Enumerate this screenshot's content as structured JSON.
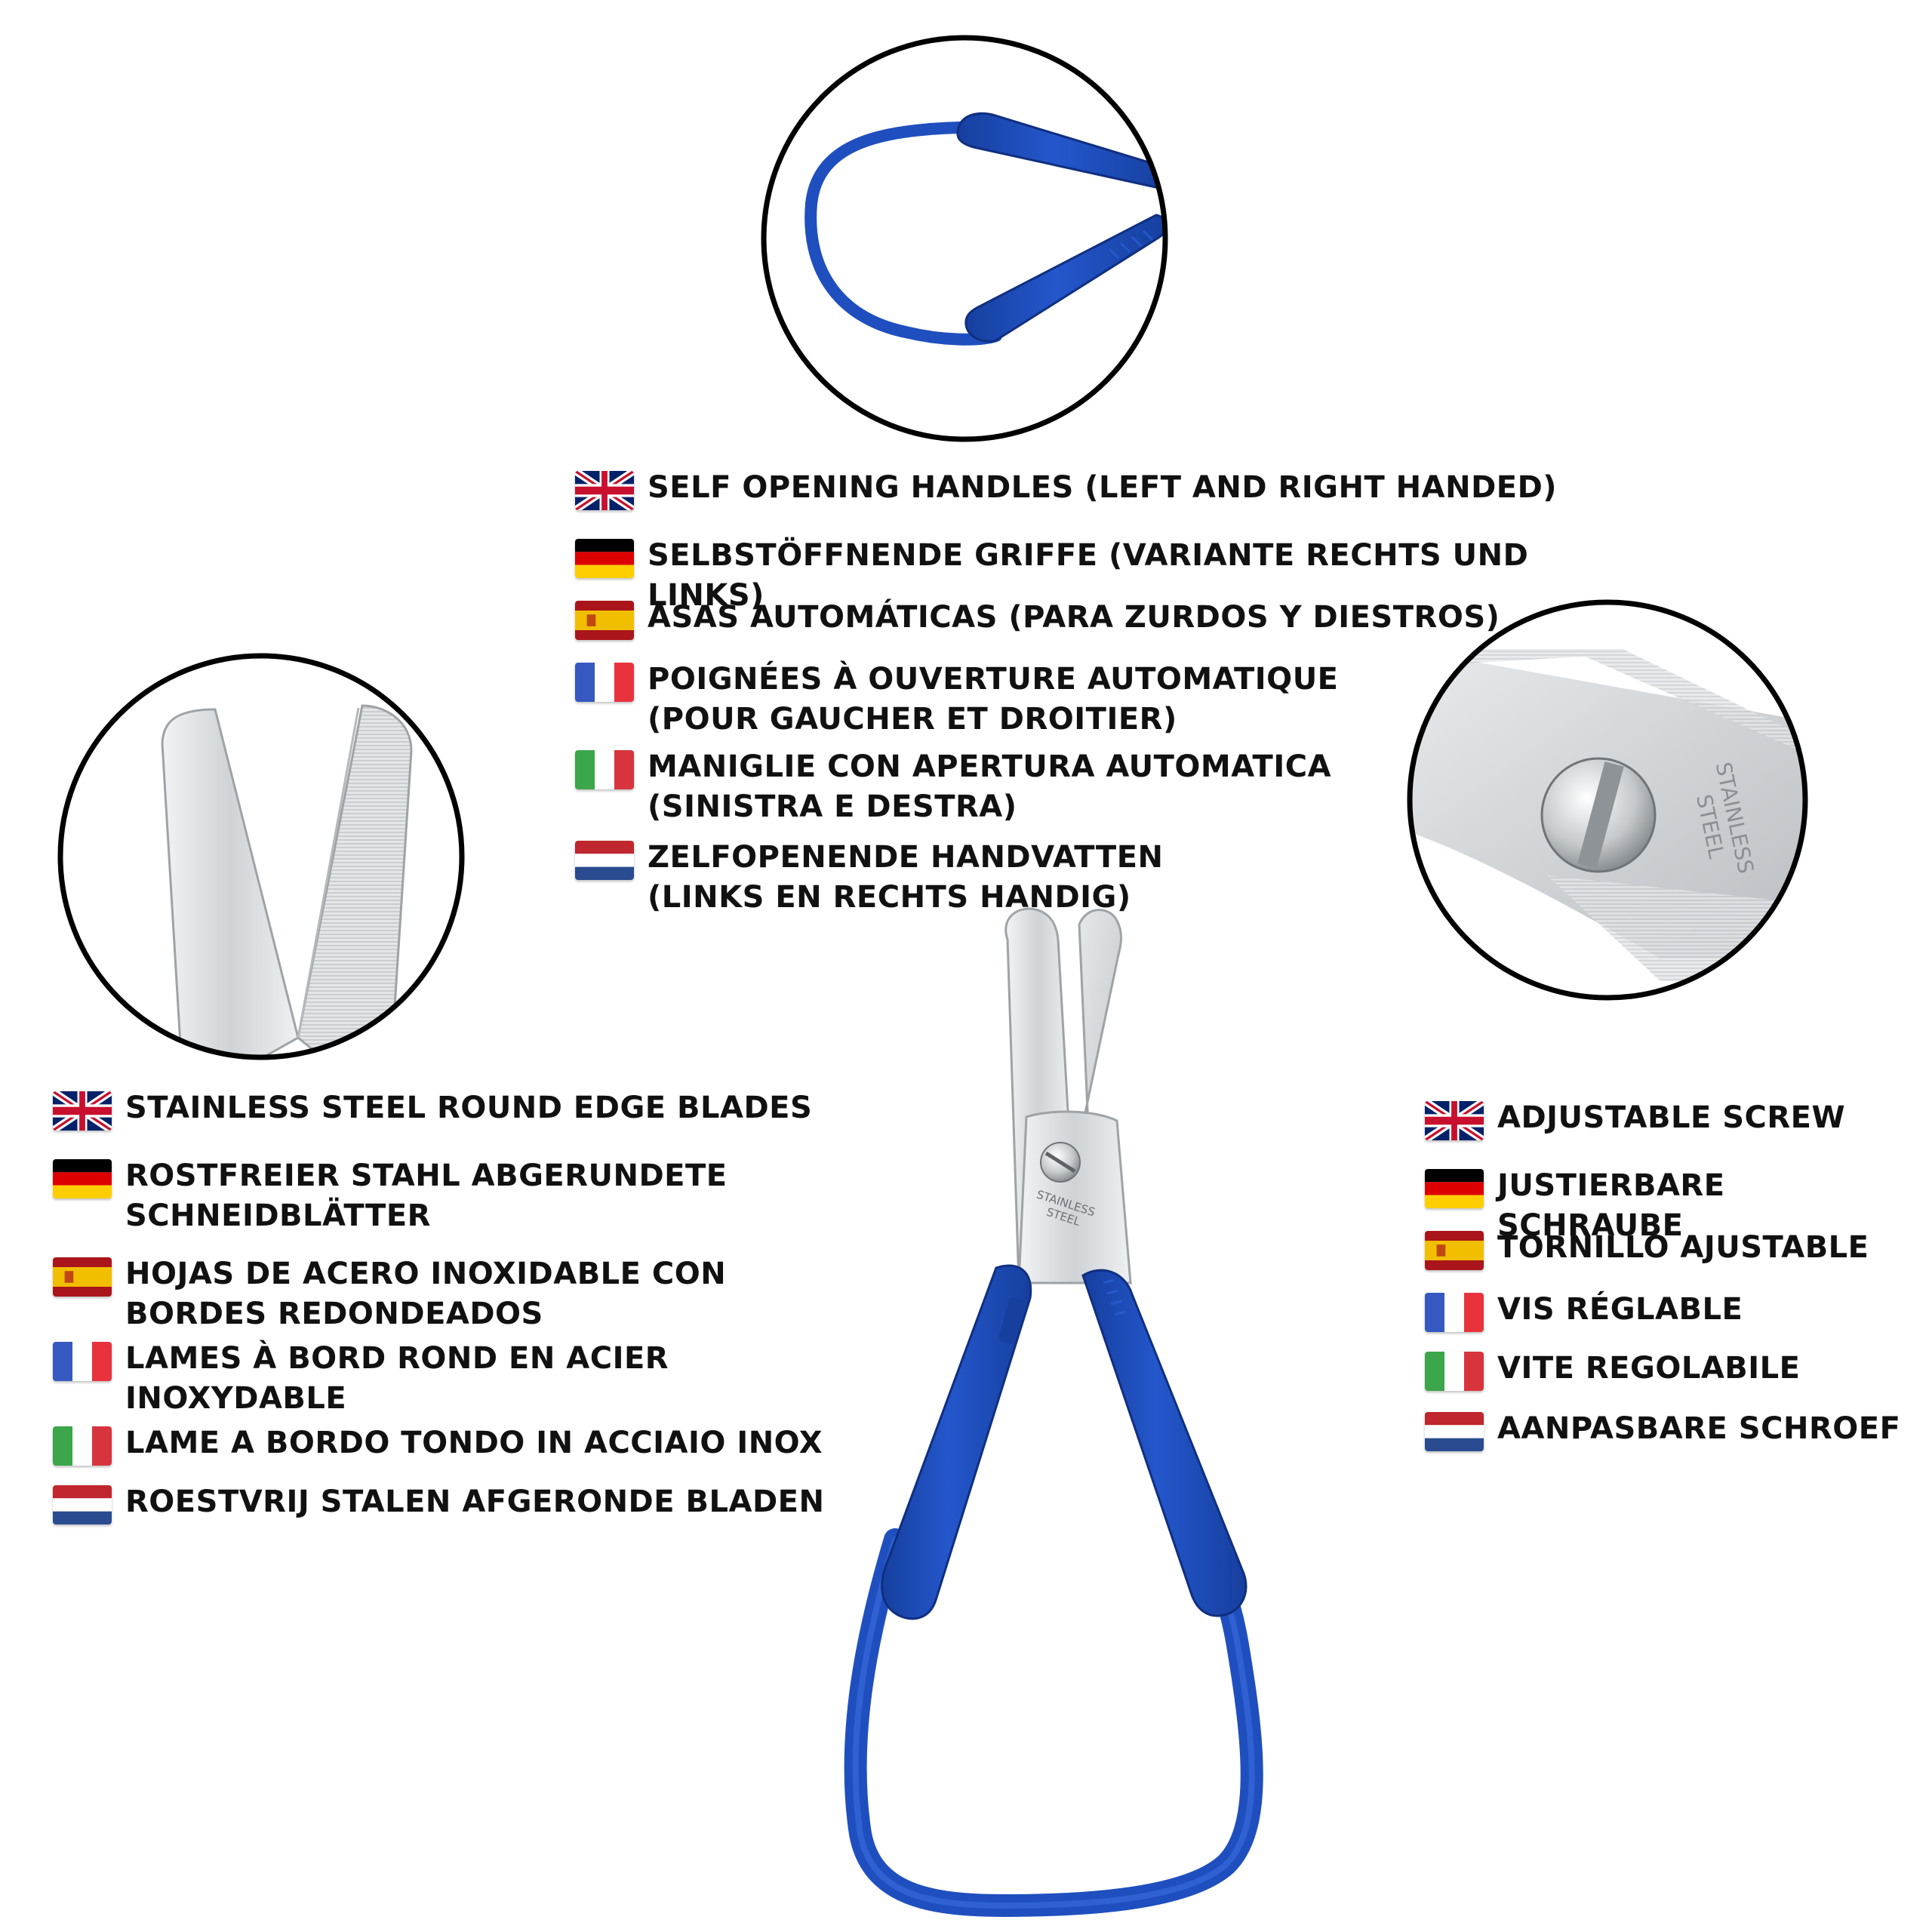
{
  "colors": {
    "handle_blue": "#1f4fbf",
    "handle_dark": "#14378f",
    "steel": "#d9dcdf",
    "steel_dark": "#a9adb1",
    "text": "#111111",
    "circle_border": "#000000"
  },
  "blade_engraving": "STAINLESS\nSTEEL",
  "zoom_screw": {
    "engraving_line1": "STAINLESS",
    "engraving_line2": "STEEL"
  },
  "handles_features": [
    {
      "flag": "uk-flag-icon",
      "text": "SELF OPENING HANDLES (LEFT AND RIGHT HANDED)"
    },
    {
      "flag": "germany-flag-icon",
      "text": "SELBSTÖFFNENDE GRIFFE (VARIANTE RECHTS UND LINKS)"
    },
    {
      "flag": "spain-flag-icon",
      "text": "ASAS AUTOMÁTICAS (PARA ZURDOS Y DIESTROS)"
    },
    {
      "flag": "france-flag-icon",
      "text": "POIGNÉES À OUVERTURE AUTOMATIQUE\n(POUR GAUCHER ET DROITIER)"
    },
    {
      "flag": "italy-flag-icon",
      "text": "MANIGLIE CON APERTURA AUTOMATICA\n(SINISTRA E DESTRA)"
    },
    {
      "flag": "netherlands-flag-icon",
      "text": "ZELFOPENENDE HANDVATTEN\n(LINKS EN RECHTS HANDIG)"
    }
  ],
  "blades_features": [
    {
      "flag": "uk-flag-icon",
      "text": "STAINLESS STEEL ROUND EDGE BLADES"
    },
    {
      "flag": "germany-flag-icon",
      "text": "ROSTFREIER STAHL ABGERUNDETE\nSCHNEIDBLÄTTER"
    },
    {
      "flag": "spain-flag-icon",
      "text": "HOJAS DE ACERO INOXIDABLE CON\nBORDES REDONDEADOS"
    },
    {
      "flag": "france-flag-icon",
      "text": "LAMES À BORD ROND EN ACIER\nINOXYDABLE"
    },
    {
      "flag": "italy-flag-icon",
      "text": "LAME A BORDO TONDO IN ACCIAIO INOX"
    },
    {
      "flag": "netherlands-flag-icon",
      "text": "ROESTVRIJ STALEN AFGERONDE BLADEN"
    }
  ],
  "screw_features": [
    {
      "flag": "uk-flag-icon",
      "text": "ADJUSTABLE SCREW"
    },
    {
      "flag": "germany-flag-icon",
      "text": "JUSTIERBARE SCHRAUBE"
    },
    {
      "flag": "spain-flag-icon",
      "text": "TORNILLO AJUSTABLE"
    },
    {
      "flag": "france-flag-icon",
      "text": "VIS RÉGLABLE"
    },
    {
      "flag": "italy-flag-icon",
      "text": "VITE REGOLABILE"
    },
    {
      "flag": "netherlands-flag-icon",
      "text": "AANPASBARE SCHROEF"
    }
  ]
}
